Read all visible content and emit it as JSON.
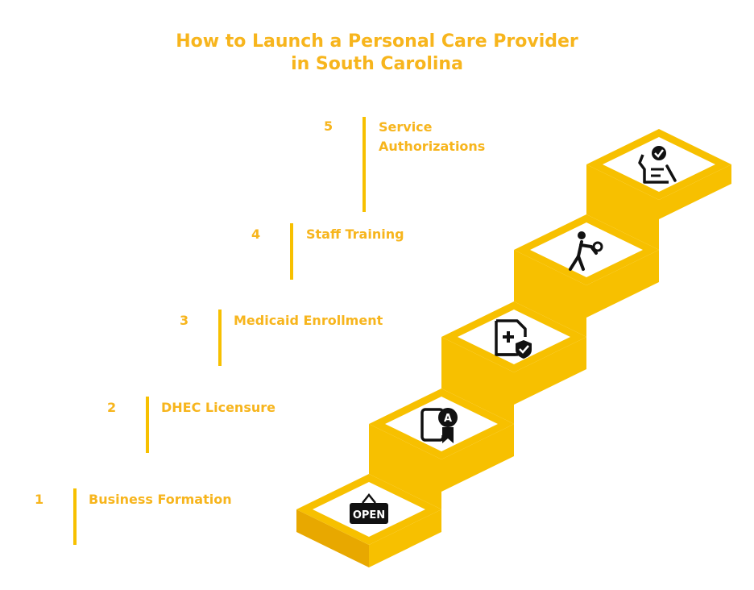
{
  "title": {
    "line1": "How to Launch a Personal Care Provider",
    "line2": "in South Carolina"
  },
  "colors": {
    "accent": "#F7C000",
    "text": "#F7B51D",
    "dark": "#111111"
  },
  "steps": [
    {
      "number": "1",
      "label": "Business Formation",
      "icon": "open-sign-icon"
    },
    {
      "number": "2",
      "label": "DHEC Licensure",
      "icon": "certificate-icon"
    },
    {
      "number": "3",
      "label": "Medicaid Enrollment",
      "icon": "medical-file-icon"
    },
    {
      "number": "4",
      "label": "Staff Training",
      "icon": "person-exercise-icon"
    },
    {
      "number": "5",
      "label_line1": "Service",
      "label_line2": "Authorizations",
      "icon": "approval-checklist-icon"
    }
  ]
}
